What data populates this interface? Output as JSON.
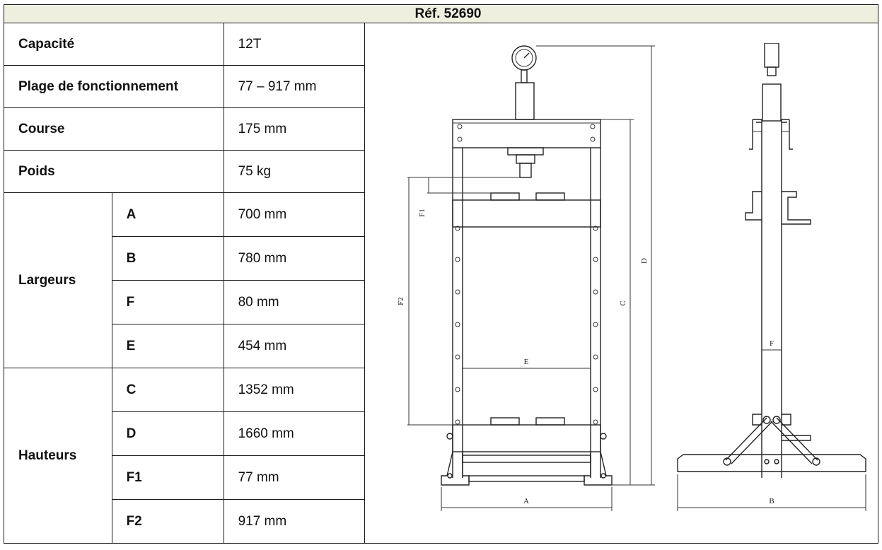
{
  "header": {
    "ref": "Réf. 52690"
  },
  "rows": {
    "capacite": {
      "label": "Capacité",
      "value": "12T"
    },
    "plage": {
      "label": "Plage de fonctionnement",
      "value": "77 – 917 mm"
    },
    "course": {
      "label": "Course",
      "value": "175 mm"
    },
    "poids": {
      "label": "Poids",
      "value": "75 kg"
    }
  },
  "largeurs": {
    "label": "Largeurs",
    "items": [
      {
        "key": "A",
        "value": "700 mm"
      },
      {
        "key": "B",
        "value": "780 mm"
      },
      {
        "key": "F",
        "value": "80 mm"
      },
      {
        "key": "E",
        "value": "454 mm"
      }
    ]
  },
  "hauteurs": {
    "label": "Hauteurs",
    "items": [
      {
        "key": "C",
        "value": "1352 mm"
      },
      {
        "key": "D",
        "value": "1660 mm"
      },
      {
        "key": "F1",
        "value": "77 mm"
      },
      {
        "key": "F2",
        "value": "917 mm"
      }
    ]
  },
  "drawing": {
    "labels": {
      "a": "A",
      "b": "B",
      "c": "C",
      "d": "D",
      "e": "E",
      "f": "F",
      "f1": "F1",
      "f2": "F2"
    }
  }
}
